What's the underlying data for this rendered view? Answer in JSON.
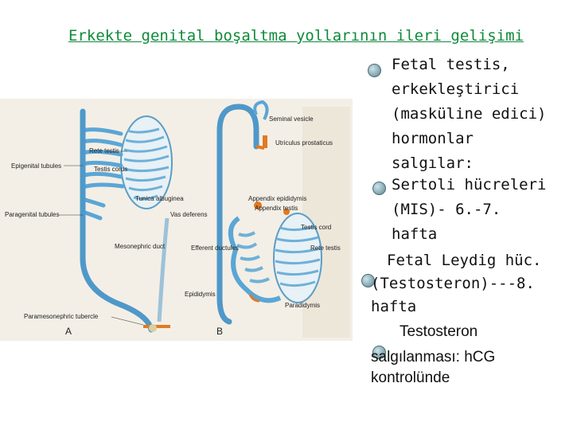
{
  "title": "Erkekte genital boşaltma yollarının ileri gelişimi",
  "figure": {
    "labels_a": {
      "rete_testis": "Rete testis",
      "epigenital_tubules": "Epigenital tubules",
      "testis_cords": "Testis cords",
      "tunica_albuginea": "Tunica albuginea",
      "paragenital_tubules": "Paragenital tubules",
      "vas_deferens": "Vas deferens",
      "mesonephric_duct": "Mesonephric duct",
      "paramesonephric_tubercle": "Paramesonephric tubercle",
      "panel_letter": "A"
    },
    "labels_b": {
      "seminal_vesicle": "Seminal vesicle",
      "utriculus_prostaticus": "Utriculus prostaticus",
      "appendix_epididymis": "Appendix epididymis",
      "appendix_testis": "Appendix testis",
      "testis_cord": "Testis cord",
      "efferent_ductules": "Efferent ductules",
      "rete_testis": "Rete testis",
      "epididymis": "Epididymis",
      "paradidymis": "Paradidymis",
      "panel_letter": "B"
    }
  },
  "text": {
    "b1_line1": "Fetal testis,",
    "b1_line2": "erkekleştirici",
    "b1_line3": "(masküline edici)",
    "b1_line4": "hormonlar",
    "b1_line5": "salgılar:",
    "b2_line1": "Sertoli hücreleri",
    "b2_line2": "(MIS)- 6.-7.",
    "b2_line3": "hafta",
    "b3_line1": "Fetal Leydig hüc.",
    "b3_line2": "(Testosteron)---8.",
    "b3_line3": "hafta",
    "b4_line1": "Testosteron",
    "b4_line2": "salgılanması: h",
    "b4_line2_b": "CG",
    "b4_line3": "kontrolünde"
  }
}
